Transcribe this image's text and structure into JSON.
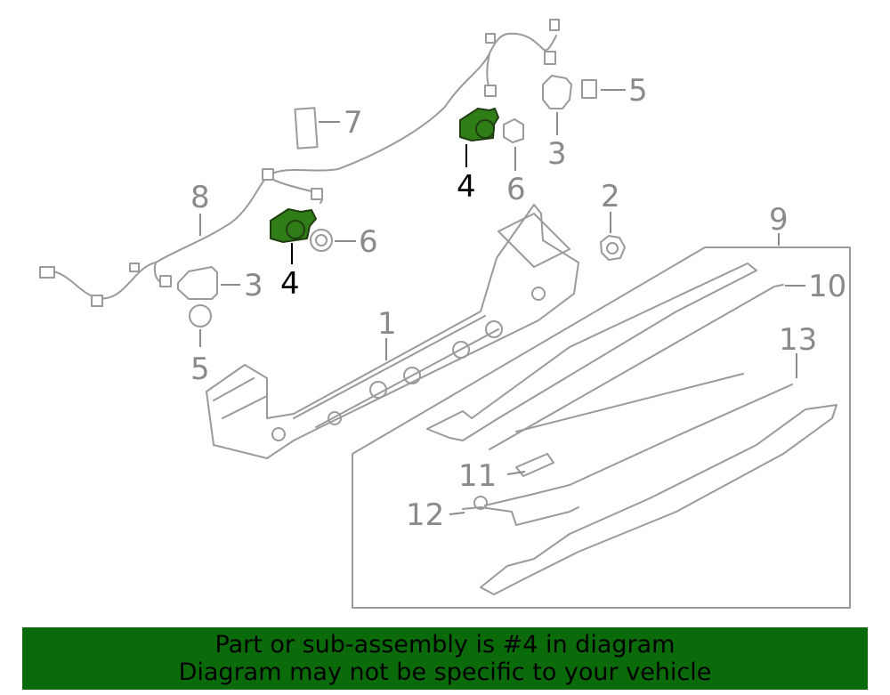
{
  "diagram": {
    "callouts": [
      {
        "id": "c1",
        "label": "1"
      },
      {
        "id": "c2",
        "label": "2"
      },
      {
        "id": "c3a",
        "label": "3"
      },
      {
        "id": "c3b",
        "label": "3"
      },
      {
        "id": "c4a",
        "label": "4",
        "highlighted": true
      },
      {
        "id": "c4b",
        "label": "4",
        "highlighted": true
      },
      {
        "id": "c5a",
        "label": "5"
      },
      {
        "id": "c5b",
        "label": "5"
      },
      {
        "id": "c6a",
        "label": "6"
      },
      {
        "id": "c6b",
        "label": "6"
      },
      {
        "id": "c7",
        "label": "7"
      },
      {
        "id": "c8",
        "label": "8"
      },
      {
        "id": "c9",
        "label": "9"
      },
      {
        "id": "c10",
        "label": "10"
      },
      {
        "id": "c11",
        "label": "11"
      },
      {
        "id": "c12",
        "label": "12"
      },
      {
        "id": "c13",
        "label": "13"
      }
    ],
    "colors": {
      "line": "#9a9a9a",
      "callout": "#8a8a8a",
      "highlight_part": "#2f7d16",
      "highlight_callout": "#000000"
    }
  },
  "banner": {
    "line1": "Part or sub-assembly is #4 in diagram",
    "line2": "Diagram may not be specific to your vehicle",
    "background": "#0b6b0b"
  }
}
